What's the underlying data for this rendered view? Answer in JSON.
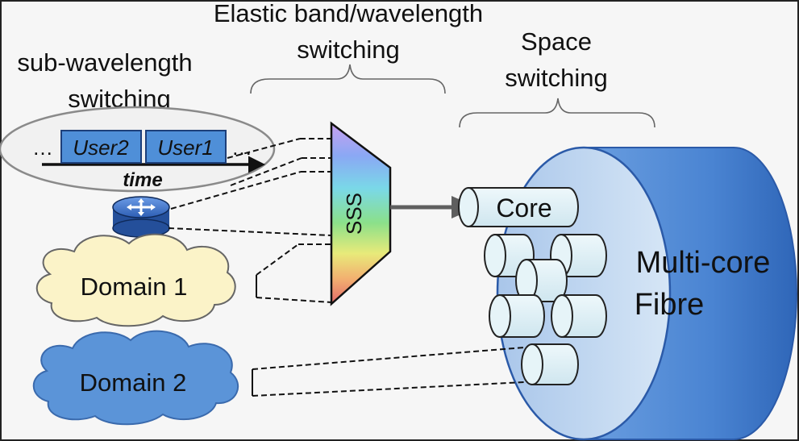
{
  "labels": {
    "elastic_line1": "Elastic band/wavelength",
    "elastic_line2": "switching",
    "space_line1": "Space",
    "space_line2": "switching",
    "subwave_line1": "sub-wavelength",
    "subwave_line2": "switching",
    "sss": "SSS",
    "core": "Core",
    "fibre_line1": "Multi-core",
    "fibre_line2": "Fibre",
    "time": "time"
  },
  "packets": {
    "ellipsis_left": "…",
    "ellipsis_right": "…",
    "slots": [
      "User2",
      "User1"
    ]
  },
  "domains": [
    "Domain 1",
    "Domain 2"
  ],
  "colors": {
    "background": "#f6f6f6",
    "packet_fill": "#4f8fd8",
    "router_fill": "#3a6fc8",
    "cloud_domain1": "#fbf3c8",
    "cloud_domain2": "#5b94d8",
    "fibre_body": "#3d78cc",
    "fibre_face": "#bcd3ee",
    "core_fill": "#dff0f6"
  },
  "icons": {
    "router": "router-icon",
    "sss": "wavelength-selective-switch-icon",
    "fibre": "multi-core-fibre-icon"
  }
}
